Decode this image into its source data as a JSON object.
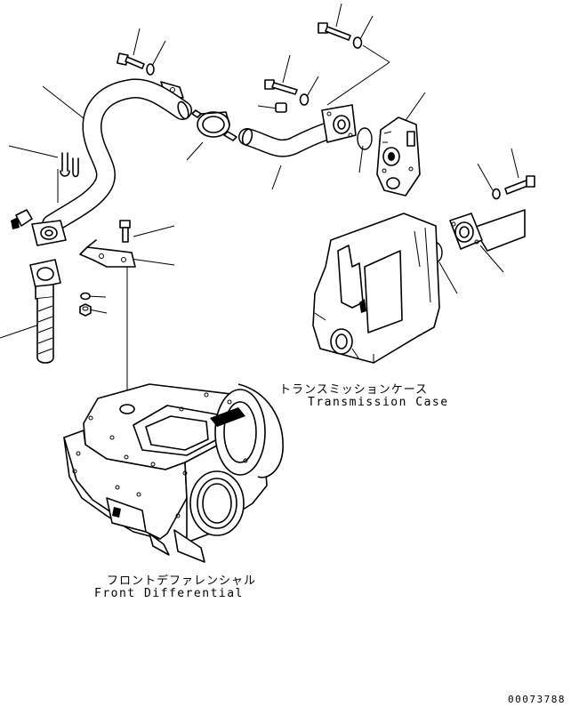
{
  "labels": {
    "transmission_case_jp": "トランスミッションケース",
    "transmission_case_en": "Transmission Case",
    "front_differential_jp": "フロントデファレンシャル",
    "front_differential_en": "Front Differential"
  },
  "drawing_number": "00073788"
}
